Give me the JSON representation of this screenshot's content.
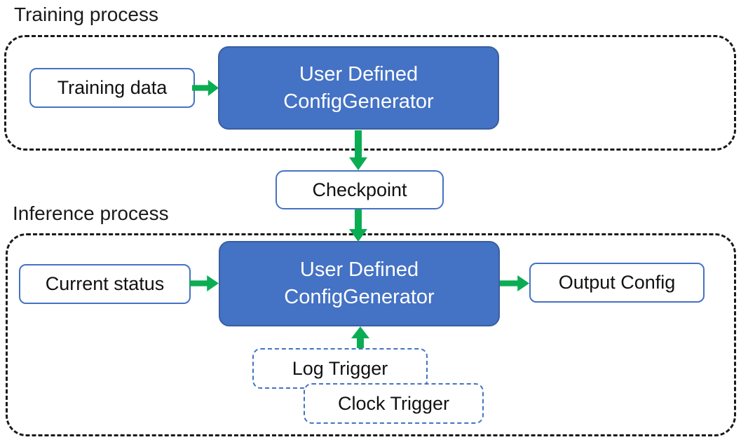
{
  "title": "ConfigGenerator training and inference diagram",
  "colors": {
    "generator_fill": "#4472C4",
    "generator_border": "#3A5F9E",
    "io_box_border": "#4472C4",
    "trigger_border": "#4472C4",
    "arrow_green": "#0BAD53",
    "region_dash": "#1a1a1a",
    "background": "#ffffff"
  },
  "training": {
    "label": "Training process",
    "input_box": "Training data",
    "generator_line1": "User Defined",
    "generator_line2": "ConfigGenerator"
  },
  "checkpoint": {
    "label": "Checkpoint"
  },
  "inference": {
    "label": "Inference process",
    "input_box": "Current status",
    "generator_line1": "User Defined",
    "generator_line2": "ConfigGenerator",
    "output_box": "Output Config",
    "log_trigger": "Log Trigger",
    "clock_trigger": "Clock Trigger"
  }
}
